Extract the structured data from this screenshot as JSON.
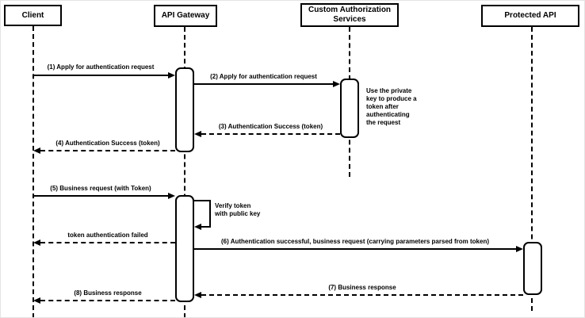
{
  "diagram": {
    "type": "uml-sequence-diagram",
    "colors": {
      "stroke": "#000000",
      "fill": "#ffffff"
    },
    "actors": [
      {
        "id": "client",
        "label": "Client"
      },
      {
        "id": "api-gateway",
        "label": "API Gateway"
      },
      {
        "id": "custom-auth",
        "label": "Custom Authorization\nServices"
      },
      {
        "id": "protected-api",
        "label": "Protected API"
      }
    ],
    "messages": [
      {
        "seq": 1,
        "label": "(1) Apply for authentication request",
        "from": "client",
        "to": "api-gateway",
        "line": "solid"
      },
      {
        "seq": 2,
        "label": "(2) Apply for authentication request",
        "from": "api-gateway",
        "to": "custom-auth",
        "line": "solid"
      },
      {
        "seq": 3,
        "label": "(3) Authentication Success (token)",
        "from": "custom-auth",
        "to": "api-gateway",
        "line": "dashed"
      },
      {
        "seq": 4,
        "label": "(4) Authentication Success (token)",
        "from": "api-gateway",
        "to": "client",
        "line": "dashed"
      },
      {
        "seq": 5,
        "label": "(5) Business request (with Token)",
        "from": "client",
        "to": "api-gateway",
        "line": "solid"
      },
      {
        "seq": null,
        "label": "Verify token\nwith public key",
        "from": "api-gateway",
        "to": "api-gateway",
        "line": "solid-self"
      },
      {
        "seq": null,
        "label": "token authentication failed",
        "from": "api-gateway",
        "to": "client",
        "line": "dashed"
      },
      {
        "seq": 6,
        "label": "(6) Authentication successful, business request (carrying parameters parsed from token)",
        "from": "api-gateway",
        "to": "protected-api",
        "line": "solid"
      },
      {
        "seq": 7,
        "label": "(7) Business response",
        "from": "protected-api",
        "to": "api-gateway",
        "line": "dashed"
      },
      {
        "seq": 8,
        "label": "(8) Business response",
        "from": "api-gateway",
        "to": "client",
        "line": "dashed"
      }
    ],
    "notes": [
      {
        "attached_to": "custom-auth",
        "label": "Use the private\nkey to produce a\ntoken after\nauthenticating\nthe request"
      }
    ]
  }
}
